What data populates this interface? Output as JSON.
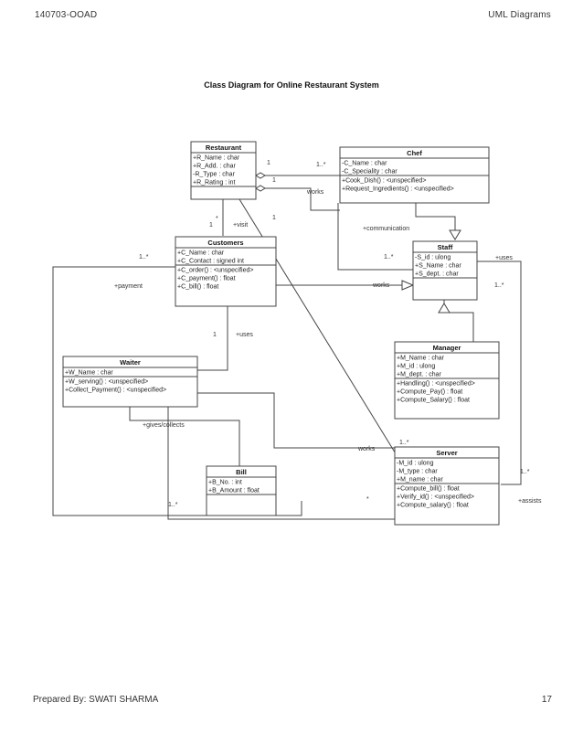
{
  "header": {
    "left": "140703-OOAD",
    "right": "UML Diagrams"
  },
  "title": "Class Diagram for Online  Restaurant System",
  "footer": {
    "left": "Prepared By: SWATI SHARMA",
    "page": "17"
  },
  "classes": {
    "restaurant": {
      "name": "Restaurant",
      "attributes": [
        "+R_Name : char",
        "+R_Add. : char",
        "-R_Type : char",
        "+R_Rating : int"
      ],
      "operations": []
    },
    "chef": {
      "name": "Chef",
      "attributes": [
        "-C_Name : char",
        "-C_Speciality : char"
      ],
      "operations": [
        "+Cook_Dish() : <unspecified>",
        "+Request_Ingredients() : <unspecified>"
      ]
    },
    "customers": {
      "name": "Customers",
      "attributes": [
        "+C_Name : char",
        "+C_Contact : signed int"
      ],
      "operations": [
        "+C_order() : <unspecified>",
        "+C_payment() : float",
        "+C_bill() : float"
      ]
    },
    "staff": {
      "name": "Staff",
      "attributes": [
        "-S_id : ulong",
        "+S_Name : char",
        "+S_dept. : char"
      ],
      "operations": []
    },
    "waiter": {
      "name": "Waiter",
      "attributes": [
        "+W_Name : char"
      ],
      "operations": [
        "+W_serving() : <unspecified>",
        "+Collect_Payment() : <unspecified>"
      ]
    },
    "manager": {
      "name": "Manager",
      "attributes": [
        "+M_Name : char",
        "+M_id : ulong",
        "+M_dept. : char"
      ],
      "operations": [
        "+Handling() : <unspecified>",
        "+Compute_Pay() : float",
        "+Compute_Salary() : float"
      ]
    },
    "bill": {
      "name": "Bill",
      "attributes": [
        "+B_No. : int",
        "+B_Amount : float"
      ],
      "operations": []
    },
    "server": {
      "name": "Server",
      "attributes": [
        "-M_id : ulong",
        "-M_type : char",
        "+M_name : char"
      ],
      "operations": [
        "+Compute_bill() : float",
        "+Verify_id() : <unspecified>",
        "+Compute_salary() : float"
      ]
    }
  },
  "labels": {
    "rest_chef_one": "1",
    "rest_chef_many": "1..*",
    "rest_one_b": "1",
    "works_chef": "works",
    "cust_one": "1",
    "cust_star": "*",
    "visit": "+visit",
    "communication": "+communication",
    "staff_many": "1..*",
    "uses_top": "+uses",
    "uses_many": "1..*",
    "cust_many": "1..*",
    "payment": "+payment",
    "works_staff": "works",
    "cust_uses_one": "1",
    "cust_uses": "+uses",
    "rest_server_one": "1",
    "gives": "+gives/collects",
    "works_server": "works",
    "server_many": "1..*",
    "server_many_right": "1..*",
    "bill_many": "1..*",
    "bill_star": "*",
    "assists": "+assists"
  }
}
